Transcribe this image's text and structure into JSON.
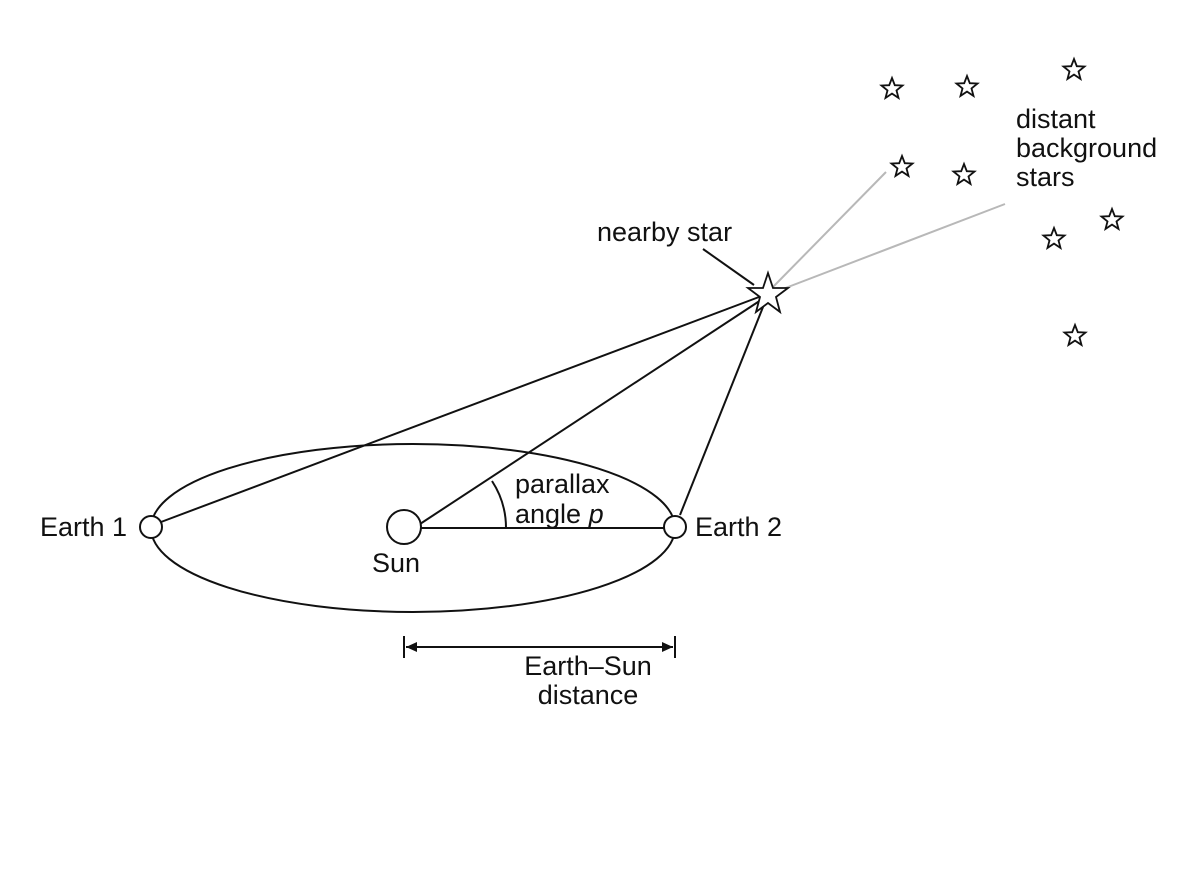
{
  "labels": {
    "earth1": "Earth 1",
    "earth2": "Earth 2",
    "sun": "Sun",
    "parallax_line1": "parallax",
    "parallax_line2_prefix": "angle ",
    "parallax_symbol": "p",
    "nearby_star": "nearby star",
    "background_line1": "distant",
    "background_line2": "background",
    "background_line3": "stars",
    "distance_line1": "Earth–Sun",
    "distance_line2": "distance"
  },
  "colors": {
    "ink": "#111111",
    "sightline_gray": "#b8b8b8",
    "background": "#ffffff"
  }
}
